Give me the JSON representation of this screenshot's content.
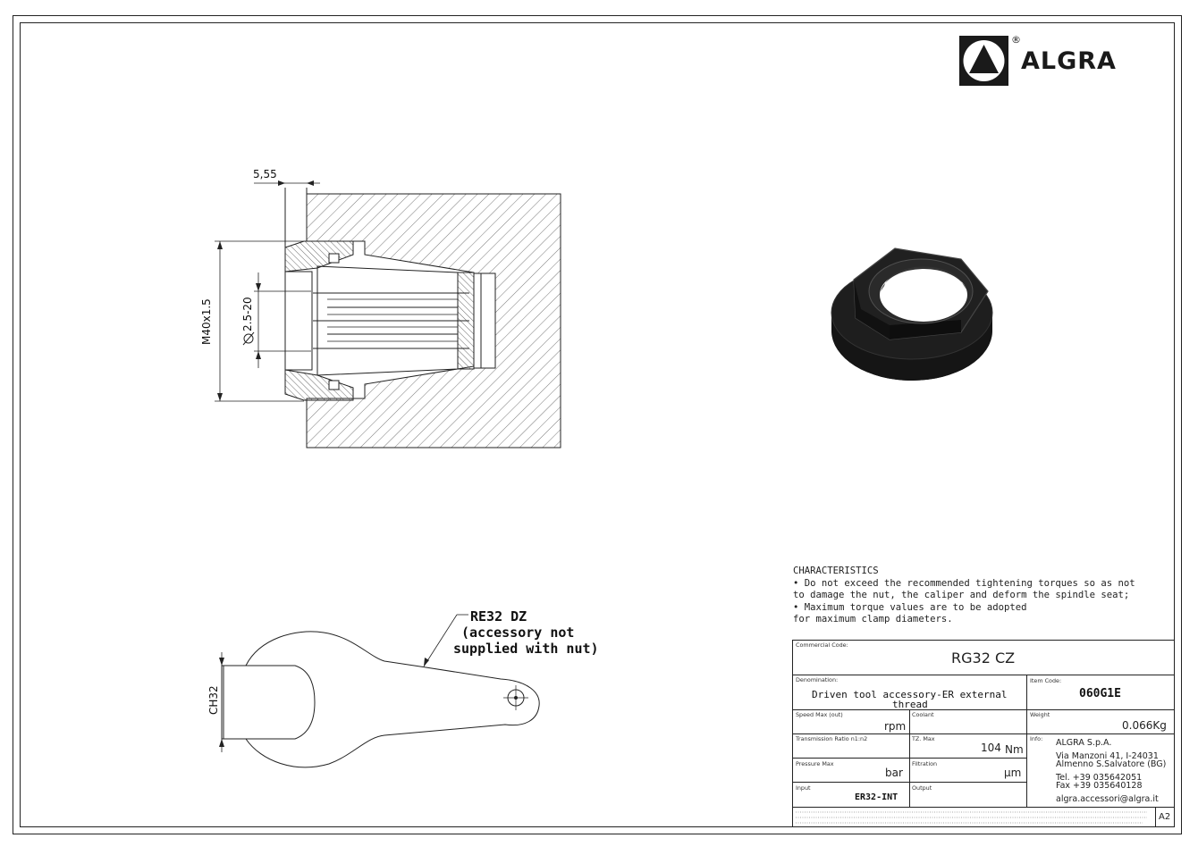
{
  "logo": {
    "brand": "ALGRA",
    "registered": "®"
  },
  "drawing": {
    "dim_width": "5,55",
    "dim_thread": "M40x1.5",
    "dim_clamp": "2.5-20",
    "dim_ch": "CH32",
    "wrench_label_line1": "RE32 DZ",
    "wrench_label_line2": "(accessory not",
    "wrench_label_line3": "supplied with nut)"
  },
  "characteristics": {
    "title": "CHARACTERISTICS",
    "lines": [
      "• Do not exceed the recommended tightening torques so as not",
      "to damage the nut, the caliper and deform the spindle seat;",
      "• Maximum torque values are to be adopted",
      "for maximum clamp diameters."
    ]
  },
  "title_block": {
    "commercial_code_label": "Commercial Code:",
    "commercial_code": "RG32 CZ",
    "denomination_label": "Denomination:",
    "denomination_line1": "Driven tool accessory-ER external",
    "denomination_line2": "thread",
    "item_code_label": "Item Code:",
    "item_code": "060G1E",
    "speed_label": "Speed Max (out)",
    "speed_unit": "rpm",
    "coolant_label": "Coolant",
    "weight_label": "Weight",
    "weight_value": "0.066Kg",
    "ratio_label": "Transmission Ratio n1:n2",
    "torque_label": "TZ. Max",
    "torque_value": "104",
    "torque_unit": "Nm",
    "info_label": "Info:",
    "company": "ALGRA S.p.A.",
    "address1": "Via Manzoni 41, I-24031",
    "address2": "Almenno S.Salvatore (BG)",
    "tel": "Tel. +39 035642051",
    "fax": "Fax +39 035640128",
    "email": "algra.accessori@algra.it",
    "pressure_label": "Pressure Max",
    "pressure_unit": "bar",
    "filtration_label": "Filtration",
    "filtration_unit": "µm",
    "input_label": "Input",
    "input_value": "ER32-INT",
    "output_label": "Output",
    "sheet_size": "A2"
  }
}
